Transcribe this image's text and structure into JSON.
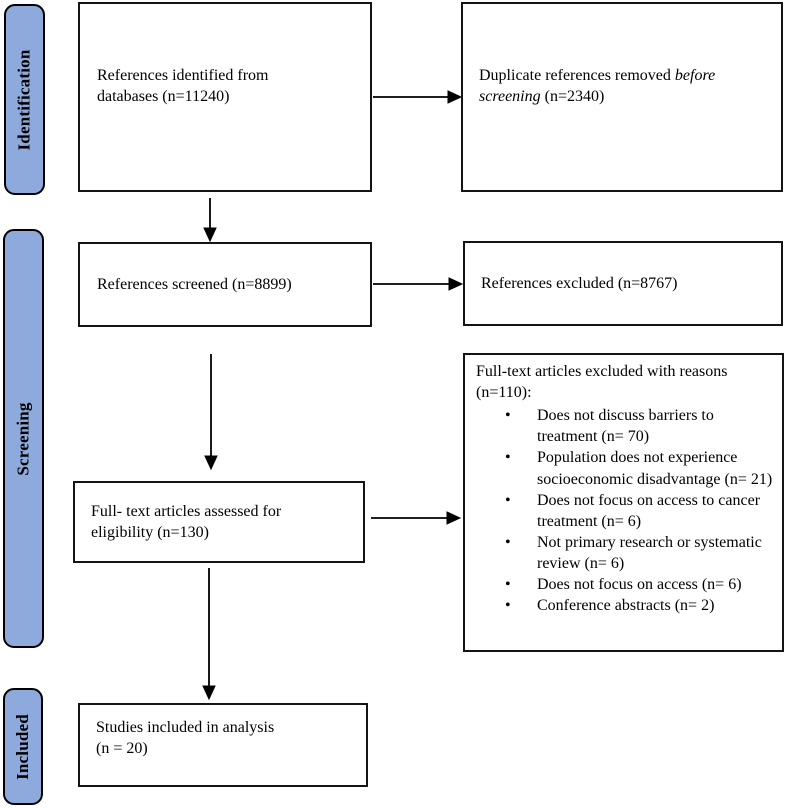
{
  "stages": {
    "identification": "Identification",
    "screening": "Screening",
    "included": "Included"
  },
  "boxes": {
    "identified": "References identified from\ndatabases (n=11240)",
    "duplicates_pre": "Duplicate references removed ",
    "duplicates_italic": "before screening",
    "duplicates_post": " (n=2340)",
    "screened": "References screened (n=8899)",
    "excluded": "References excluded (n=8767)",
    "fulltext_excluded_heading": "Full-text articles excluded with reasons\n(n=110):",
    "fulltext_excluded_reasons": [
      "Does not discuss barriers to treatment (n= 70)",
      "Population does not experience socioeconomic disadvantage (n= 21)",
      "Does not focus on access to cancer treatment (n= 6)",
      "Not primary research or systematic review (n= 6)",
      "Does not focus on  access (n= 6)",
      "Conference abstracts (n= 2)"
    ],
    "assessed": "Full- text articles assessed for\neligibility (n=130)",
    "included_studies": "Studies included in analysis\n(n = 20)"
  },
  "colors": {
    "stage_fill": "#8EA9DB",
    "stage_border": "#000000",
    "box_border": "#141414",
    "arrow": "#000000",
    "background": "#ffffff"
  }
}
